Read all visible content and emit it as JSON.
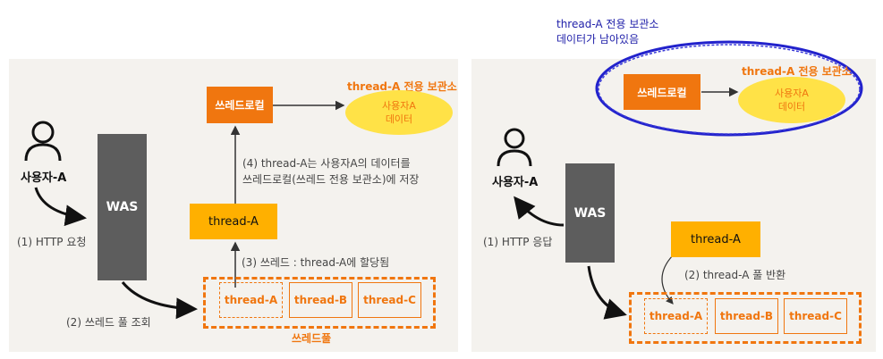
{
  "left": {
    "user_label": "사용자-A",
    "was_label": "WAS",
    "request_label": "(1) HTTP 요청",
    "pool_lookup_label": "(2) 쓰레드 풀 조회",
    "assign_label": "(3) 쓰레드 : thread-A에 할당됨",
    "store_label_line1": "(4) thread-A는 사용자A의 데이터를",
    "store_label_line2": "쓰레드로컬(쓰레드 전용 보관소)에 저장",
    "threadlocal_label": "쓰레드로컬",
    "storage_title": "thread-A  전용 보관소",
    "storage_line1": "사용자A",
    "storage_line2": "데이터",
    "active_thread": "thread-A",
    "pool_label": "쓰레드풀",
    "pool_threads": [
      "thread-A",
      "thread-B",
      "thread-C"
    ]
  },
  "right": {
    "note_line1": "thread-A 전용 보관소",
    "note_line2": "데이터가 남아있음",
    "user_label": "사용자-A",
    "was_label": "WAS",
    "response_label": "(1) HTTP 응답",
    "return_label": "(2) thread-A 풀 반환",
    "threadlocal_label": "쓰레드로컬",
    "storage_title": "thread-A  전용 보관소",
    "storage_line1": "사용자A",
    "storage_line2": "데이터",
    "returned_thread": "thread-A",
    "pool_threads": [
      "thread-A",
      "thread-B",
      "thread-C"
    ]
  },
  "colors": {
    "orange": "#f0760f",
    "yellow": "#ffb000",
    "storage_yellow": "#ffe247",
    "was_gray": "#5d5d5d",
    "blue_circle": "#2222cc",
    "panel_bg": "#f4f2ee"
  }
}
